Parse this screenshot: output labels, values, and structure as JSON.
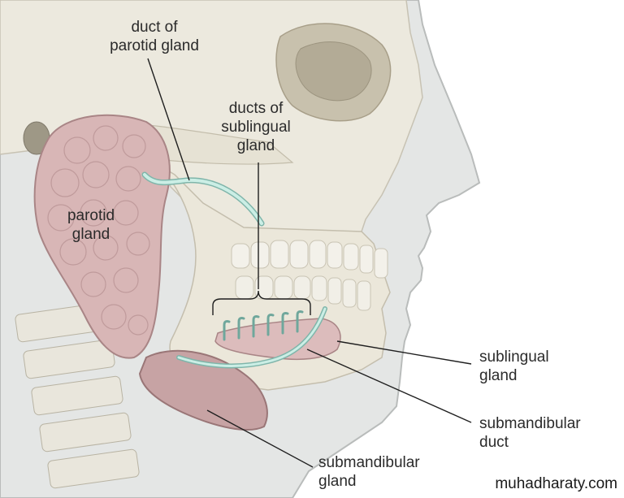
{
  "labels": {
    "duct_parotid": [
      "duct of",
      "parotid gland"
    ],
    "ducts_sublingual": [
      "ducts of",
      "sublingual",
      "gland"
    ],
    "parotid_gland": [
      "parotid",
      "gland"
    ],
    "sublingual_gland": [
      "sublingual",
      "gland"
    ],
    "submandibular_duct": [
      "submandibular",
      "duct"
    ],
    "submandibular_gland": [
      "submandibular",
      "gland"
    ]
  },
  "watermark": "muhadharaty.com",
  "colors": {
    "bone": "#ebe8dd",
    "bone_shadow": "#cfcabb",
    "soft_tissue": "#e3e5e4",
    "skin_outline": "#b9bcbb",
    "gland": "#d7b4b4",
    "gland_dark": "#a98586",
    "duct": "#c9ede4",
    "duct_edge": "#7fb5aa",
    "leader": "#1f1f1f",
    "label_text": "#2b2b2b"
  }
}
